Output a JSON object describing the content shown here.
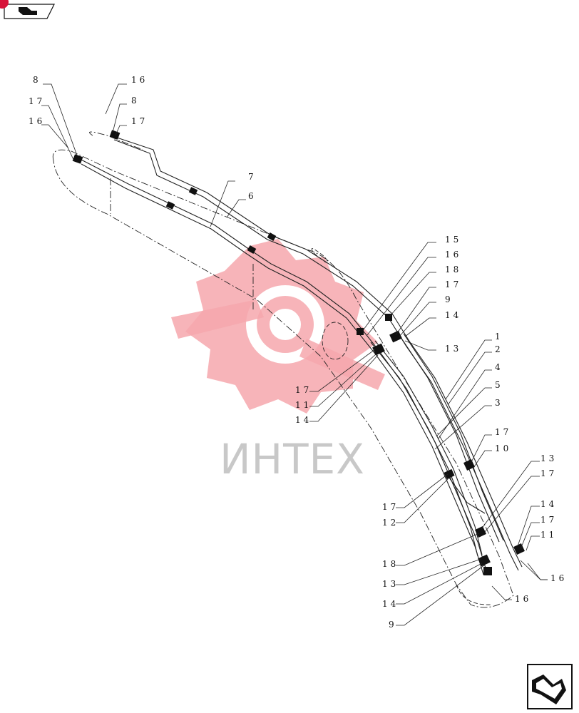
{
  "watermark": {
    "text": "ИНТЕХ",
    "logo_color": "#f0868e",
    "text_color": "#c8c8c8"
  },
  "badge": {
    "color": "#d7143a"
  },
  "callouts": [
    "1",
    "2",
    "3",
    "4",
    "5",
    "6",
    "7",
    "8",
    "9",
    "10",
    "11",
    "12",
    "13",
    "14",
    "15",
    "16",
    "17",
    "18"
  ],
  "icons": {
    "top_tag": "back-arrow-icon",
    "bottom_nav": "next-page-arrow-icon"
  }
}
